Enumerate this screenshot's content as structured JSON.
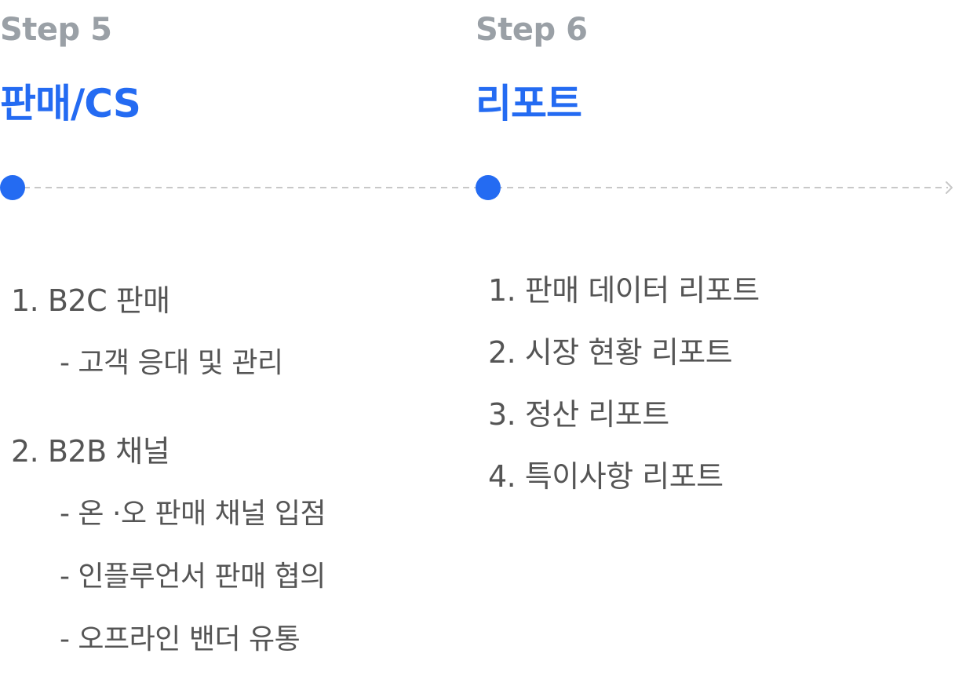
{
  "steps": [
    {
      "label": "Step 5",
      "title": "판매/CS",
      "groups": [
        {
          "heading": "1.  B2C 판매",
          "items": [
            "- 고객 응대 및 관리"
          ]
        },
        {
          "heading": "2. B2B 채널",
          "items": [
            "- 온 ·오 판매 채널 입점",
            "- 인플루언서 판매 협의",
            "- 오프라인 밴더 유통"
          ]
        }
      ]
    },
    {
      "label": "Step 6",
      "title": "리포트",
      "items": [
        "1.  판매 데이터 리포트",
        "2.  시장 현황 리포트",
        "3.  정산 리포트",
        "4.  특이사항 리포트"
      ]
    }
  ],
  "colors": {
    "accent": "#246bf2",
    "step_label": "#9aa0a6",
    "body_text": "#555555",
    "timeline_line": "#c8c8c8"
  }
}
